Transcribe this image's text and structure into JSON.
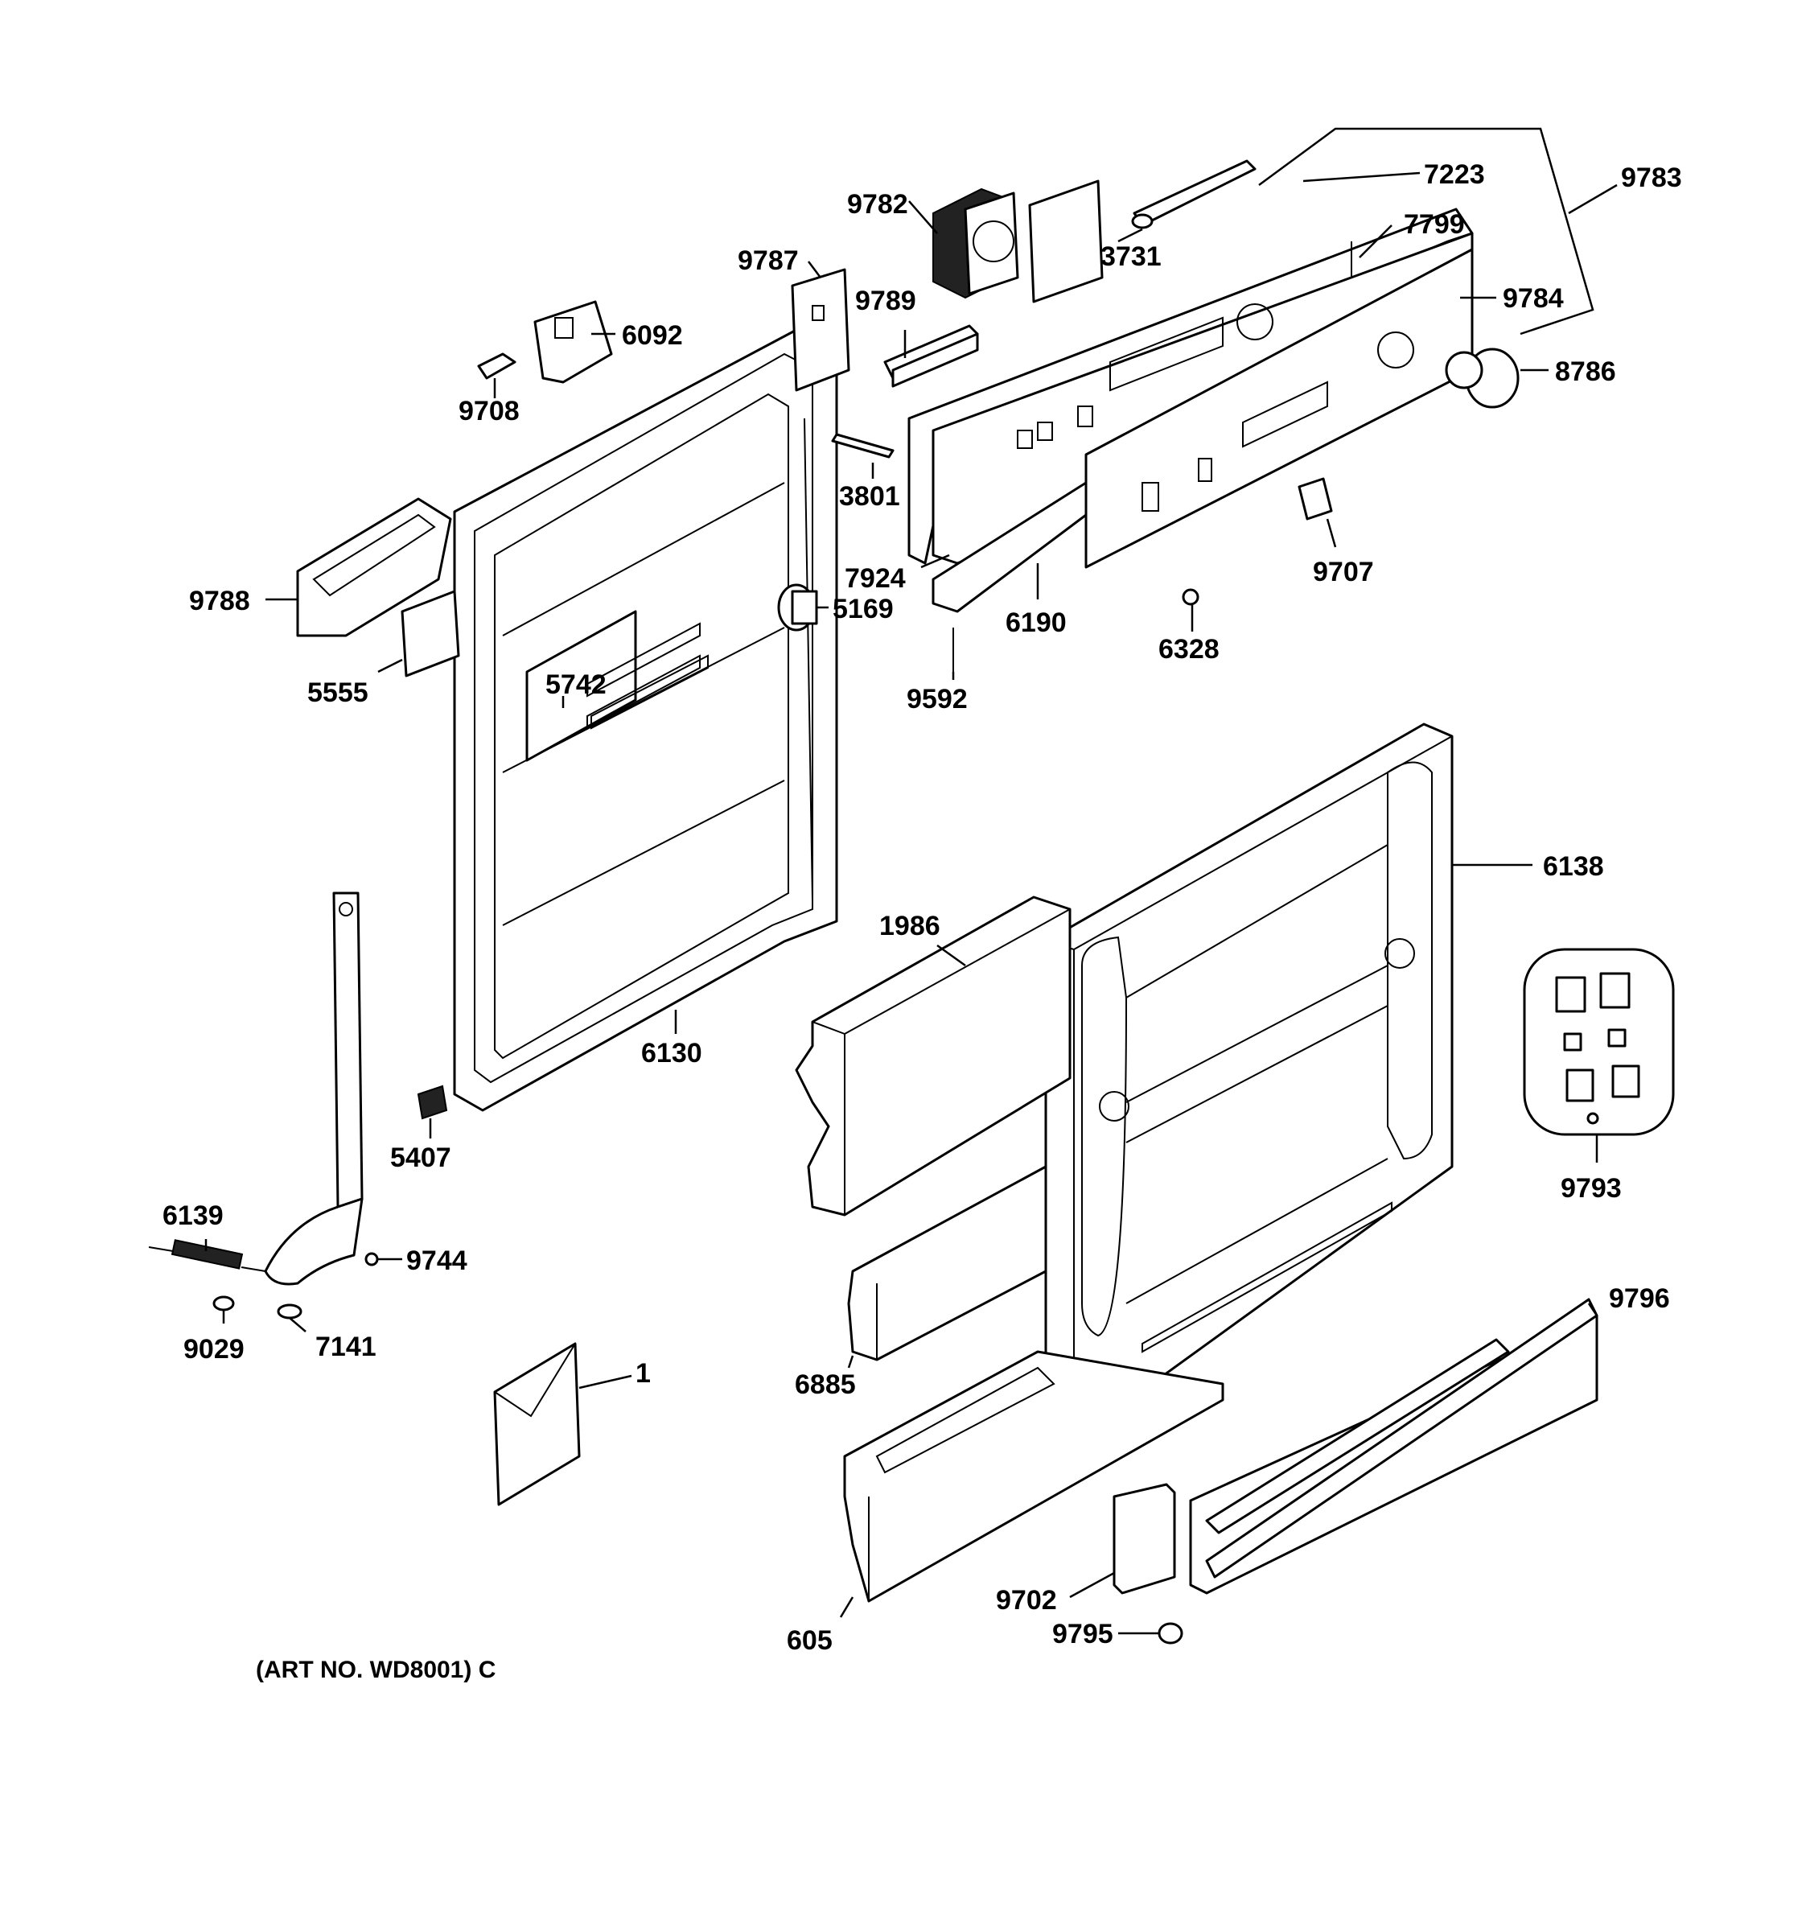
{
  "diagram": {
    "labels": {
      "l7223": "7223",
      "l9783": "9783",
      "l9782": "9782",
      "l7799": "7799",
      "l9787": "9787",
      "l3731": "3731",
      "l9789": "9789",
      "l9784": "9784",
      "l6092": "6092",
      "l8786": "8786",
      "l9708": "9708",
      "l3801": "3801",
      "l9707": "9707",
      "l7924": "7924",
      "l9788": "9788",
      "l5169": "5169",
      "l6190": "6190",
      "l6328": "6328",
      "l5555": "5555",
      "l5742": "5742",
      "l9592": "9592",
      "l6138": "6138",
      "l1986": "1986",
      "l6130": "6130",
      "l9793": "9793",
      "l5407": "5407",
      "l6139": "6139",
      "l9744": "9744",
      "l9796": "9796",
      "l9029": "9029",
      "l7141": "7141",
      "l1": "1",
      "l6885": "6885",
      "l9702": "9702",
      "l9795": "9795",
      "l605": "605"
    },
    "caption": "(ART NO. WD8001) C"
  }
}
